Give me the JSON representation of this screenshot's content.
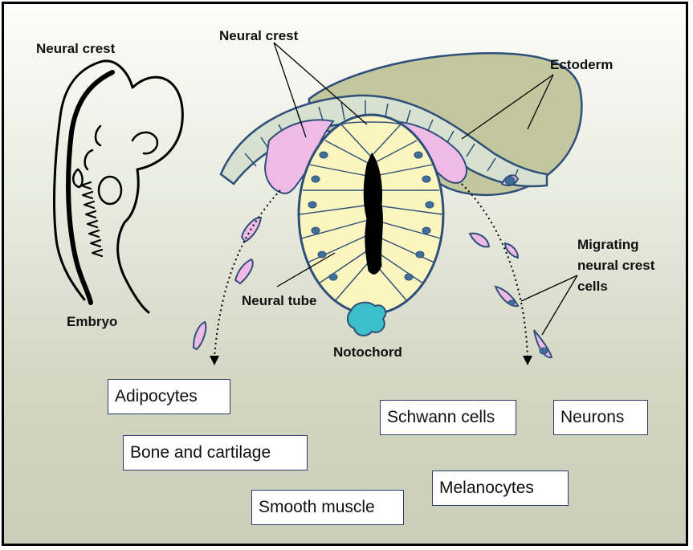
{
  "labels": {
    "neural_crest_embryo": "Neural crest",
    "embryo": "Embryo",
    "neural_crest_section": "Neural crest",
    "ectoderm": "Ectoderm",
    "neural_tube": "Neural tube",
    "notochord": "Notochord",
    "migrating_line1": "Migrating",
    "migrating_line2": "neural crest",
    "migrating_line3": "cells"
  },
  "derivatives": [
    "Adipocytes",
    "Bone and cartilage",
    "Smooth muscle",
    "Schwann cells",
    "Neurons",
    "Melanocytes"
  ],
  "colors": {
    "outline": "#2e4f7a",
    "neural_tube_fill": "#fbf5bf",
    "neural_crest_fill": "#eebbe6",
    "ectoderm_fill": "#c3c79d",
    "notochord_fill": "#3cbfc8",
    "nucleus": "#3f6f9a"
  }
}
